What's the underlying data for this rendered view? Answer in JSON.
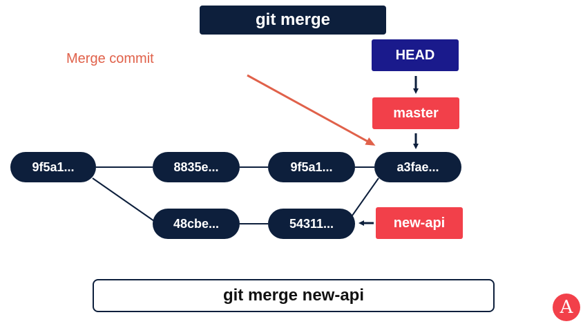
{
  "title": "git merge",
  "annotation": "Merge commit",
  "refs": {
    "head": "HEAD",
    "master": "master",
    "new_api": "new-api"
  },
  "commits": {
    "c1": "9f5a1...",
    "c2": "8835e...",
    "c3": "9f5a1...",
    "c4": "a3fae...",
    "c5": "48cbe...",
    "c6": "54311..."
  },
  "command": "git merge new-api",
  "logo_text": "A",
  "colors": {
    "navy": "#0d1f3c",
    "head_blue": "#1a1a8c",
    "branch_red": "#f2404a",
    "annotation_orange": "#e0614a"
  }
}
